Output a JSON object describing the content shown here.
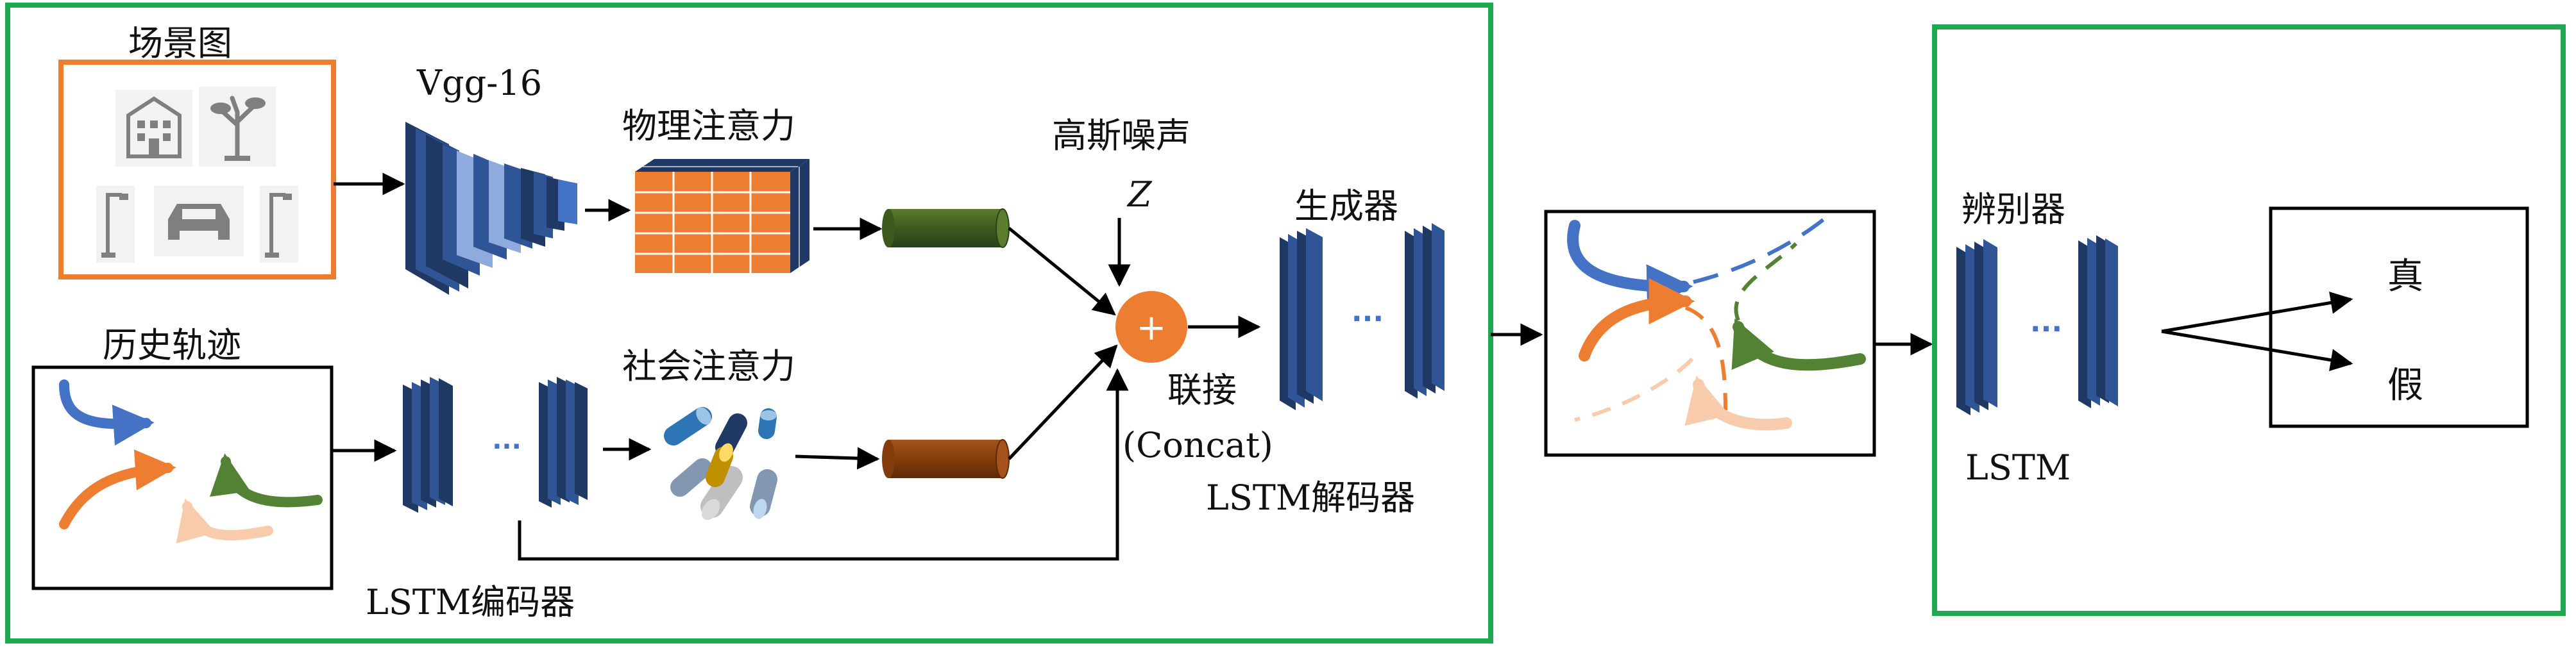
{
  "colors": {
    "frame_green": "#1fa850",
    "scene_box": "#ee7d31",
    "layer_dark": "#1f3864",
    "layer_mid": "#2f5597",
    "layer_light": "#8faadc",
    "attention_orange": "#ed7d31",
    "attention_navy": "#203864",
    "feature_green": "#3d5a1e",
    "feature_brown": "#843c0c",
    "concat_circle": "#ed7d31",
    "traj_blue": "#4472c4",
    "traj_orange": "#ed7d31",
    "traj_green": "#548235",
    "traj_peach": "#f8cbad",
    "dots_blue": "#4472c4"
  },
  "generator": {
    "scene": {
      "title": "场景图",
      "icons": [
        "building-icon",
        "tree-icon",
        "street-lamp-icon",
        "car-icon",
        "street-lamp-icon"
      ]
    },
    "vgg_label": "Vgg-16",
    "physical_attention_label": "物理注意力",
    "noise_label": "高斯噪声",
    "noise_symbol": "Z",
    "concat_symbol": "+",
    "concat_label": "联接",
    "concat_label_en": "(Concat)",
    "history_title": "历史轨迹",
    "encoder_label": "LSTM编码器",
    "social_attention_label": "社会注意力",
    "generator_label": "生成器",
    "decoder_label": "LSTM解码器",
    "ellipsis": "···"
  },
  "discriminator": {
    "label": "辨别器",
    "lstm_label": "LSTM",
    "output_real": "真",
    "output_fake": "假",
    "ellipsis": "···"
  }
}
